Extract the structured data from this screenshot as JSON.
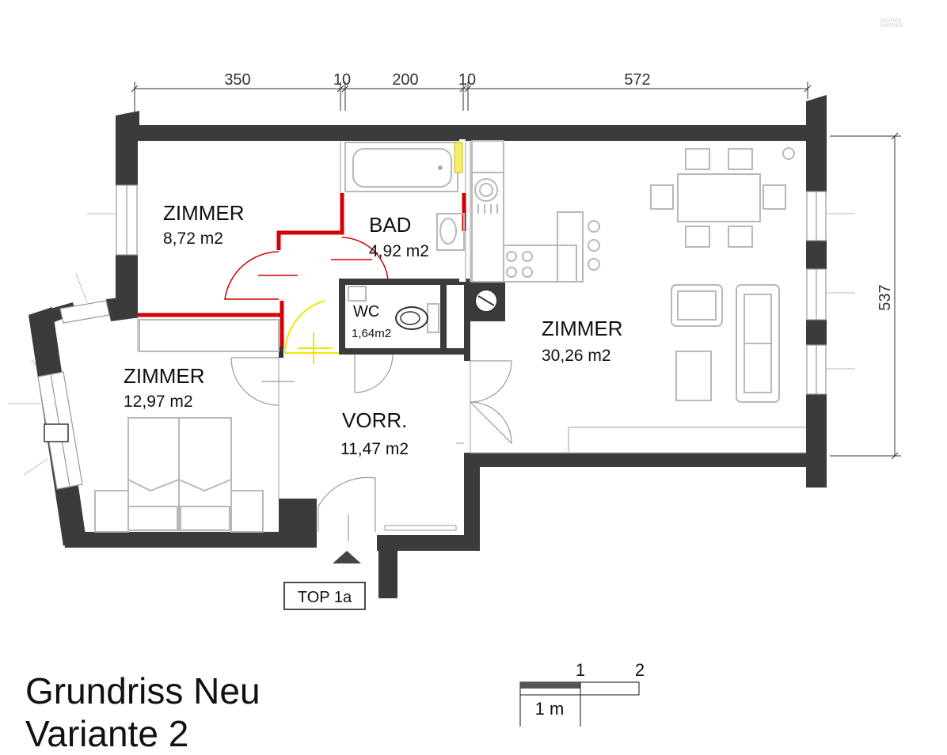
{
  "logo": {
    "line1": "RICHTER",
    "line2": "PARTNER"
  },
  "dimensions": {
    "top": [
      "350",
      "10",
      "200",
      "10",
      "572"
    ],
    "right": "537"
  },
  "rooms": [
    {
      "id": "zimmer-1",
      "name": "ZIMMER",
      "area": "8,72 m2"
    },
    {
      "id": "bad",
      "name": "BAD",
      "area": "4,92 m2"
    },
    {
      "id": "wc",
      "name": "WC",
      "area": "1,64m2"
    },
    {
      "id": "zimmer-2",
      "name": "ZIMMER",
      "area": "30,26 m2"
    },
    {
      "id": "zimmer-3",
      "name": "ZIMMER",
      "area": "12,97 m2"
    },
    {
      "id": "vorr",
      "name": "VORR.",
      "area": "11,47 m2"
    }
  ],
  "unit_label": "TOP 1a",
  "scale": {
    "tick_1": "1",
    "tick_2": "2",
    "unit": "1 m"
  },
  "title": "Grundriss Neu",
  "subtitle": "Variante 2"
}
